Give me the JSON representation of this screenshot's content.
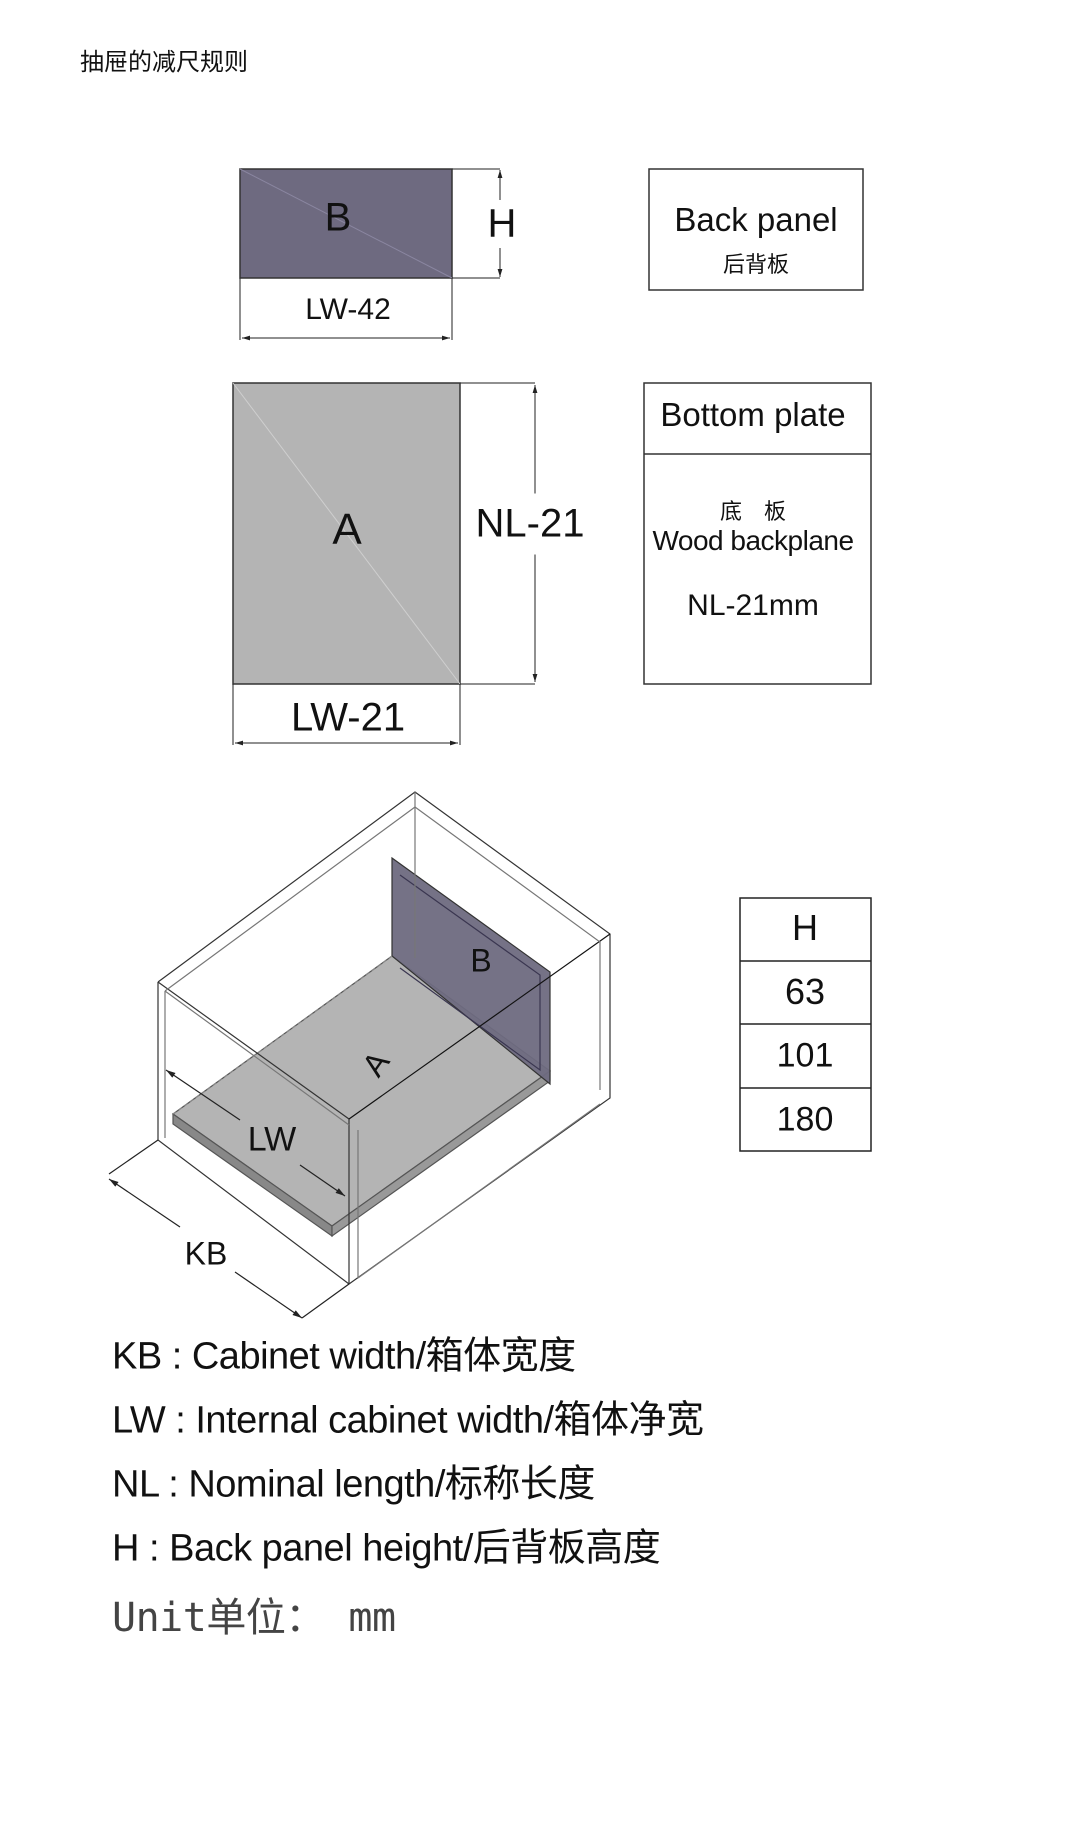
{
  "title": "抽屉的减尺规则",
  "colors": {
    "back_panel": "#6e6a80",
    "bottom_plate": "#b4b4b4",
    "line": "#222222"
  },
  "back_panel_part": {
    "label": "B",
    "height_label": "H",
    "width_label": "LW-42"
  },
  "back_panel_box": {
    "en": "Back panel",
    "zh": "后背板"
  },
  "bottom_plate_part": {
    "label": "A",
    "length_label": "NL-21",
    "width_label": "LW-21"
  },
  "bottom_plate_box": {
    "header": "Bottom plate",
    "zh": "底　板",
    "en": "Wood backplane",
    "size": "NL-21mm"
  },
  "iso": {
    "a": "A",
    "b": "B",
    "lw": "LW",
    "kb": "KB"
  },
  "h_table": {
    "header": "H",
    "values": [
      "63",
      "101",
      "180"
    ]
  },
  "legend": [
    "KB : Cabinet width/箱体宽度",
    "LW : Internal cabinet width/箱体净宽",
    "NL : Nominal length/标称长度",
    "H : Back panel height/后背板高度"
  ],
  "unit": "Unit单位： mm"
}
